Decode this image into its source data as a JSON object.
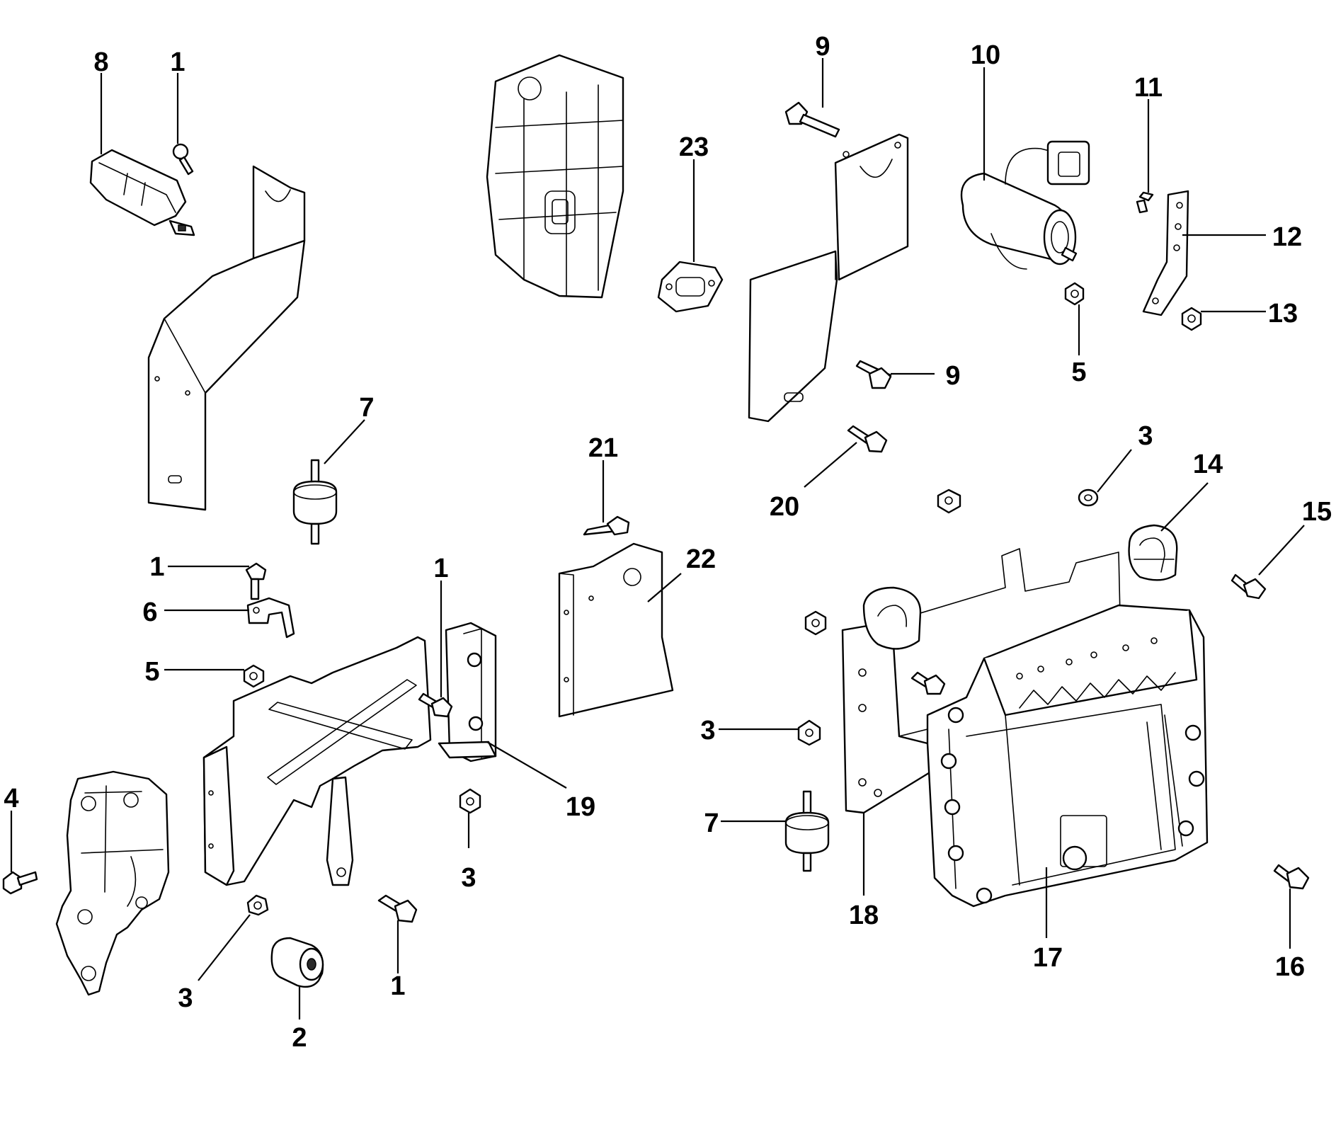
{
  "colors": {
    "line": "#000000",
    "background": "#ffffff"
  },
  "callouts": [
    {
      "id": "c8",
      "text": "8"
    },
    {
      "id": "c1a",
      "text": "1"
    },
    {
      "id": "c23",
      "text": "23"
    },
    {
      "id": "c9a",
      "text": "9"
    },
    {
      "id": "c10",
      "text": "10"
    },
    {
      "id": "c11",
      "text": "11"
    },
    {
      "id": "c12",
      "text": "12"
    },
    {
      "id": "c13",
      "text": "13"
    },
    {
      "id": "c5a",
      "text": "5"
    },
    {
      "id": "c9b",
      "text": "9"
    },
    {
      "id": "c7a",
      "text": "7"
    },
    {
      "id": "c21",
      "text": "21"
    },
    {
      "id": "c20",
      "text": "20"
    },
    {
      "id": "c3a",
      "text": "3"
    },
    {
      "id": "c14",
      "text": "14"
    },
    {
      "id": "c15",
      "text": "15"
    },
    {
      "id": "c22",
      "text": "22"
    },
    {
      "id": "c1b",
      "text": "1"
    },
    {
      "id": "c6",
      "text": "6"
    },
    {
      "id": "c1c",
      "text": "1"
    },
    {
      "id": "c5b",
      "text": "5"
    },
    {
      "id": "c19",
      "text": "19"
    },
    {
      "id": "c4",
      "text": "4"
    },
    {
      "id": "c3b",
      "text": "3"
    },
    {
      "id": "c3c",
      "text": "3"
    },
    {
      "id": "c1d",
      "text": "1"
    },
    {
      "id": "c2",
      "text": "2"
    },
    {
      "id": "c3d",
      "text": "3"
    },
    {
      "id": "c7b",
      "text": "7"
    },
    {
      "id": "c18",
      "text": "18"
    },
    {
      "id": "c17",
      "text": "17"
    },
    {
      "id": "c16",
      "text": "16"
    }
  ]
}
